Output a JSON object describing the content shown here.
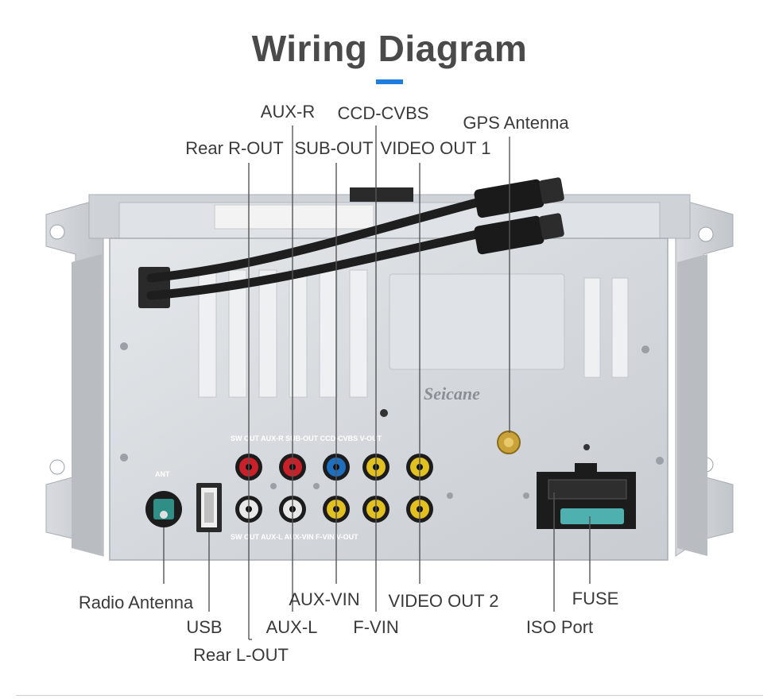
{
  "title": "Wiring Diagram",
  "brand": "Seicane",
  "panel_labels": {
    "ant": "ANT",
    "top_row": "SW OUT   AUX-R   SUB-OUT   CCD-CVBS   V-OUT",
    "bottom_row": "SW OUT   AUX-L   AUX-VIN   F-VIN   V-OUT"
  },
  "labels": {
    "aux_r": "AUX-R",
    "ccd_cvbs": "CCD-CVBS",
    "gps_antenna": "GPS Antenna",
    "rear_r_out": "Rear R-OUT",
    "sub_out": "SUB-OUT",
    "video_out_1": "VIDEO OUT 1",
    "radio_antenna": "Radio Antenna",
    "usb": "USB",
    "rear_l_out": "Rear L-OUT",
    "aux_l": "AUX-L",
    "aux_vin": "AUX-VIN",
    "f_vin": "F-VIN",
    "video_out_2": "VIDEO OUT 2",
    "fuse": "FUSE",
    "iso_port": "ISO Port"
  },
  "colors": {
    "title": "#4a4a4a",
    "accent": "#1f7de0",
    "rca_red": "#c9202a",
    "rca_blue": "#1f6fc0",
    "rca_yellow": "#e2c020",
    "rca_white": "#e8e8e8",
    "antenna_teal": "#2f8f86",
    "fuse_teal": "#4fb0b0"
  },
  "icons": {
    "rca_jack": "rca-jack-icon",
    "usb_port": "usb-port-icon",
    "gps_connector": "gps-sma-icon",
    "iso_connector": "iso-connector-icon"
  }
}
